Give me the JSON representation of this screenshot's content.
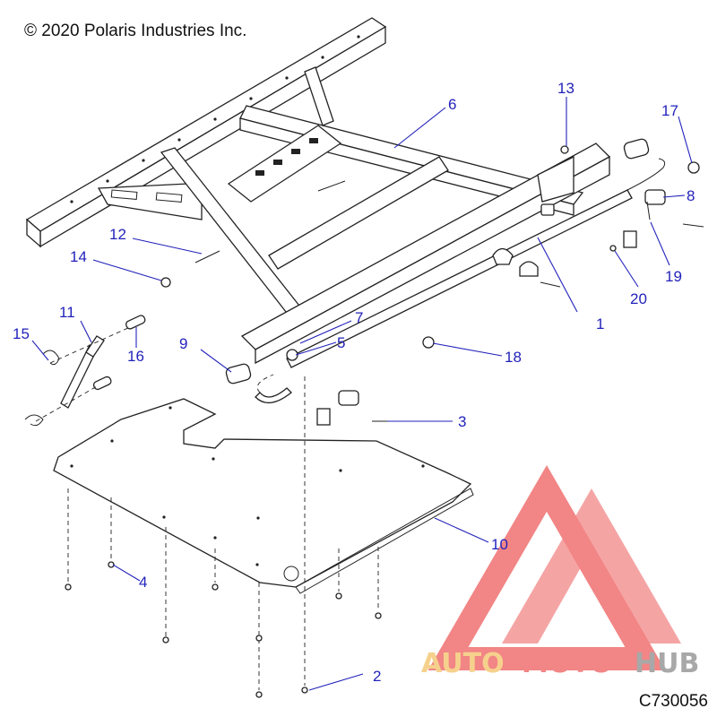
{
  "header": {
    "copyright": "© 2020 Polaris Industries Inc."
  },
  "footer": {
    "drawing_id": "C730056"
  },
  "watermark": {
    "text_part1": "AUTO",
    "text_part2": "MOTO",
    "text_part3": "HUB",
    "colors": {
      "triangle": "#f07070",
      "auto": "#f5c97a",
      "moto": "#f07070",
      "hub": "#9a9a9a"
    }
  },
  "callouts": [
    {
      "id": "c1",
      "label": "1"
    },
    {
      "id": "c2",
      "label": "2"
    },
    {
      "id": "c3",
      "label": "3"
    },
    {
      "id": "c4",
      "label": "4"
    },
    {
      "id": "c5",
      "label": "5"
    },
    {
      "id": "c6",
      "label": "6"
    },
    {
      "id": "c7",
      "label": "7"
    },
    {
      "id": "c8",
      "label": "8"
    },
    {
      "id": "c9",
      "label": "9"
    },
    {
      "id": "c10",
      "label": "10"
    },
    {
      "id": "c11",
      "label": "11"
    },
    {
      "id": "c12",
      "label": "12"
    },
    {
      "id": "c13",
      "label": "13"
    },
    {
      "id": "c14",
      "label": "14"
    },
    {
      "id": "c15",
      "label": "15"
    },
    {
      "id": "c16",
      "label": "16"
    },
    {
      "id": "c17",
      "label": "17"
    },
    {
      "id": "c18",
      "label": "18"
    },
    {
      "id": "c19",
      "label": "19"
    },
    {
      "id": "c20",
      "label": "20"
    }
  ]
}
